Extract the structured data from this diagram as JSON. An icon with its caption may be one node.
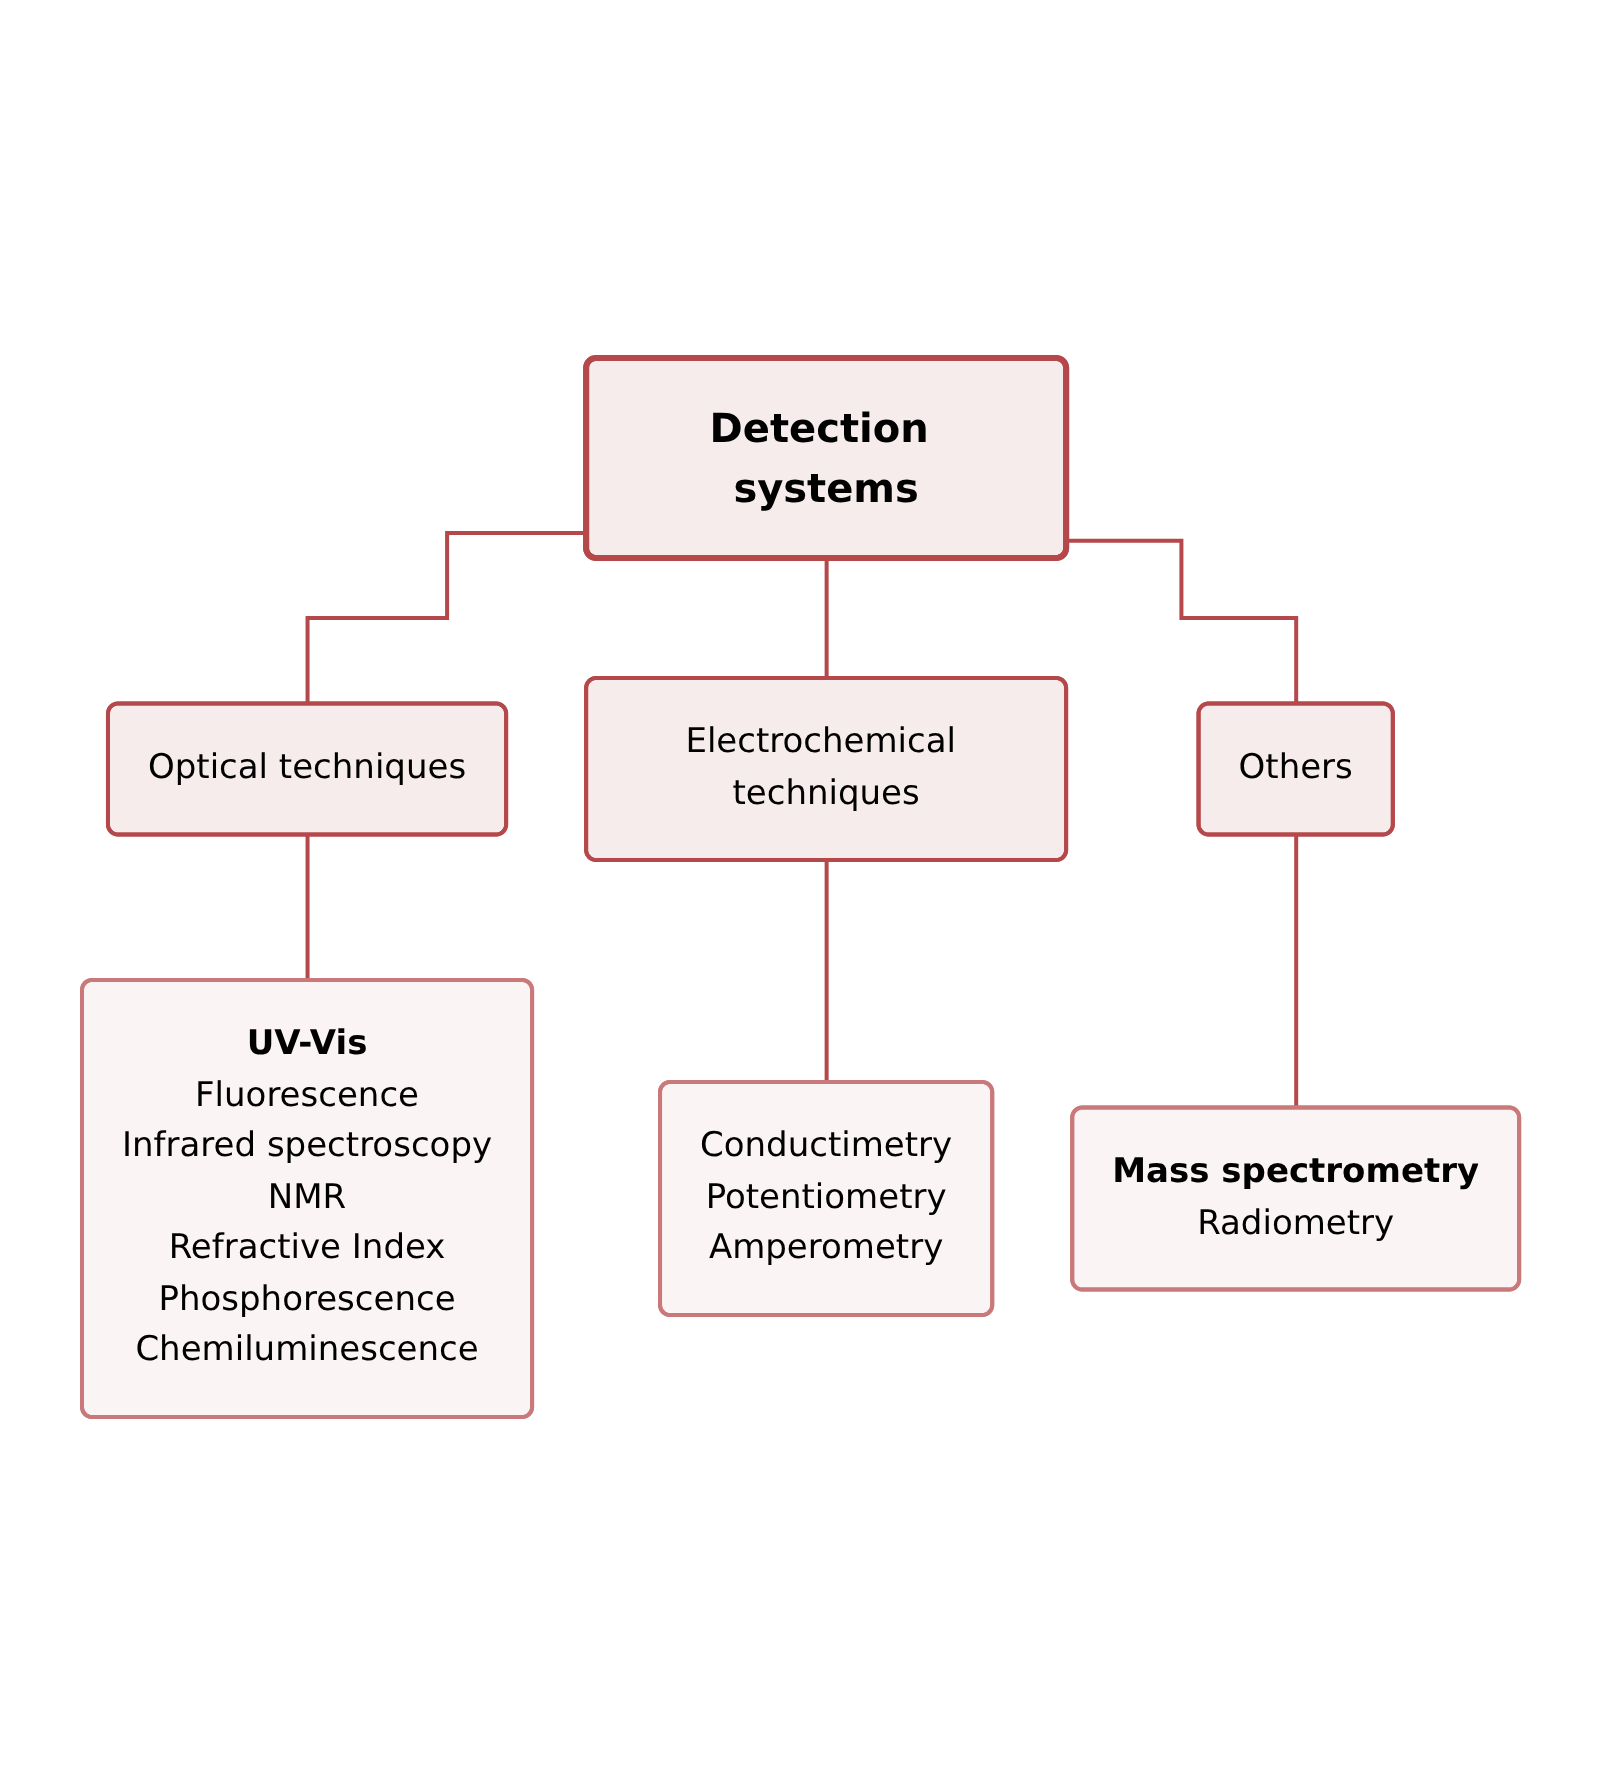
{
  "diagram": {
    "nodes": [
      {
        "text": [
          "Detection systems"
        ]
      },
      {
        "text": [
          "Optical techniques"
        ]
      },
      {
        "text": [
          "Electrochemical techniques"
        ]
      },
      {
        "text": [
          "Others"
        ]
      },
      {
        "text": [
          "UV-Vis",
          "Fluorescence",
          "Infrared spectroscopy",
          "NMR",
          "Refractive Index",
          "Phosphorescence",
          "Chemiluminescence"
        ]
      },
      {
        "text": [
          "Conductimetry",
          "Potentiometry",
          "Amperometry"
        ]
      },
      {
        "text": [
          "Mass spectrometry",
          "Radiometry"
        ]
      }
    ],
    "edges": [
      {
        "from": 0,
        "to": 1,
        "arrow": "none"
      },
      {
        "from": 0,
        "to": 2,
        "arrow": "none"
      },
      {
        "from": 0,
        "to": 3,
        "arrow": "none"
      },
      {
        "from": 1,
        "to": 4,
        "arrow": "none"
      },
      {
        "from": 2,
        "to": 5,
        "arrow": "none"
      },
      {
        "from": 3,
        "to": 6,
        "arrow": "none"
      }
    ]
  }
}
